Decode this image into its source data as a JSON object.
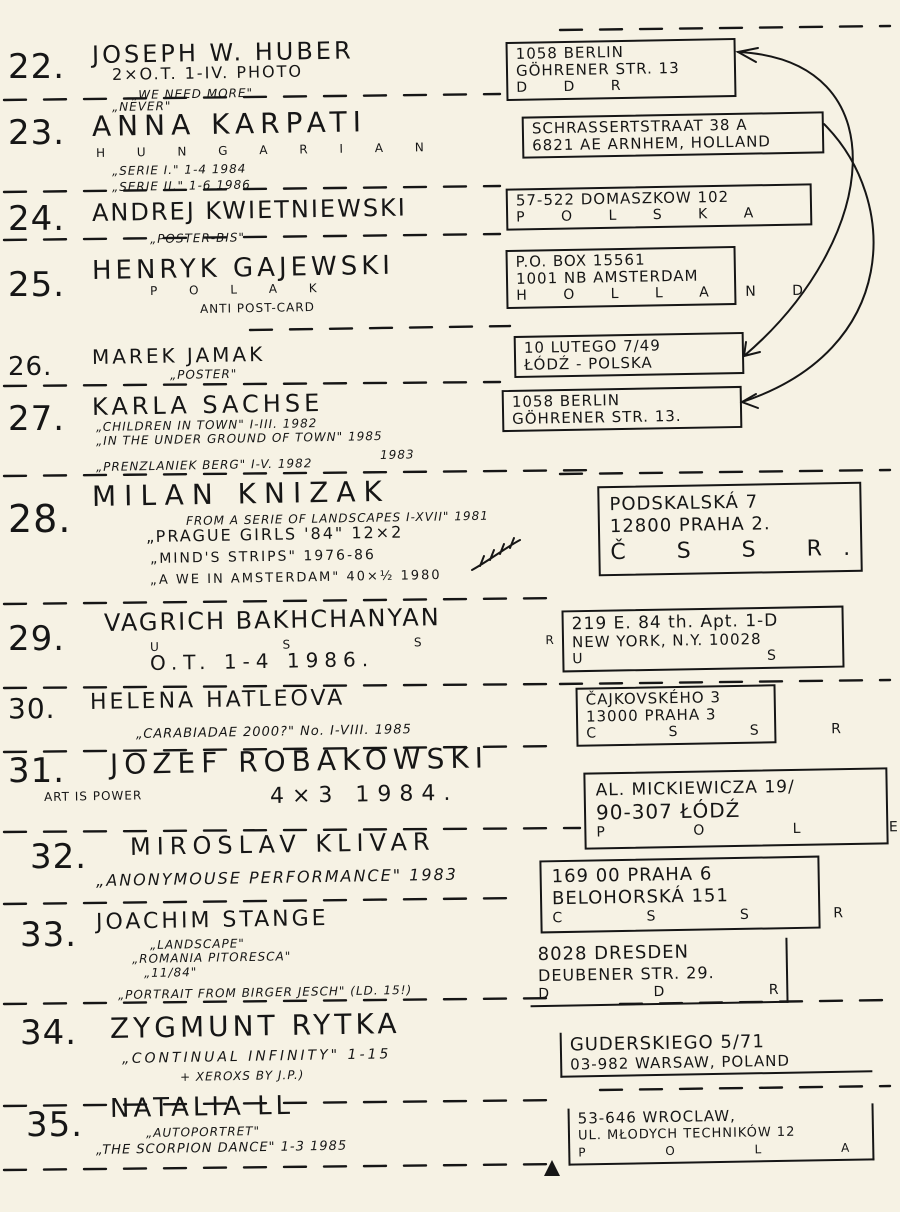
{
  "entries": [
    {
      "num": "22.",
      "name": "JOSEPH W. HUBER",
      "works": [
        "2×O.T. 1-IV. PHOTO",
        "„WE NEED MORE\"",
        "„NEVER\""
      ],
      "address": [
        "1058 BERLIN",
        "GÖHRENER STR. 13",
        "D D R"
      ]
    },
    {
      "num": "23.",
      "name": "ANNA KARPATI",
      "works": [
        "H U N G A R I A N",
        "„SERIE I.\" 1-4 1984",
        "„SERIE II.\" 1-6 1986"
      ],
      "address": [
        "SCHRASSERTSTRAAT 38 A",
        "6821 AE ARNHEM, HOLLAND"
      ]
    },
    {
      "num": "24.",
      "name": "ANDREJ KWIETNIEWSKI",
      "works": [
        "„POSTER-BIS\""
      ],
      "address": [
        "57-522 DOMASZKOW 102",
        "P O L S K A"
      ]
    },
    {
      "num": "25.",
      "name": "HENRYK GAJEWSKI",
      "works": [
        "P O L A K",
        "ANTI POST-CARD"
      ],
      "address": [
        "P.O. BOX 15561",
        "1001 NB AMSTERDAM",
        "H O L L A N D"
      ]
    },
    {
      "num": "26.",
      "name": "MAREK JAMAK",
      "works": [
        "„POSTER\""
      ],
      "address": [
        "10 LUTEGO 7/49",
        "ŁÓDŹ - POLSKA"
      ]
    },
    {
      "num": "27.",
      "name": "KARLA SACHSE",
      "works": [
        "„CHILDREN IN TOWN\" I-III. 1982",
        "„IN THE UNDER GROUND OF TOWN\" 1985",
        "1983",
        "„PRENZLANIEK BERG\" I-V. 1982"
      ],
      "address": [
        "1058 BERLIN",
        "GÖHRENER STR. 13."
      ]
    },
    {
      "num": "28.",
      "name": "MILAN KNIZAK",
      "works": [
        "FROM A SERIE OF LANDSCAPES I-XVII\" 1981",
        "„PRAGUE GIRLS '84\" 12×2",
        "„MIND'S STRIPS\" 1976-86",
        "„A WE IN AMSTERDAM\" 40×½ 1980"
      ],
      "address": [
        "PODSKALSKÁ 7",
        "12800 PRAHA 2.",
        "Č S S R."
      ]
    },
    {
      "num": "29.",
      "name": "VAGRICH BAKHCHANYAN",
      "works": [
        "U S S R",
        "O.T. 1-4 1986."
      ],
      "address": [
        "219 E. 84 th. Apt. 1-D",
        "NEW YORK, N.Y. 10028",
        "U S A"
      ]
    },
    {
      "num": "30.",
      "name": "HELENA HATLEOVA",
      "works": [
        "„CARABIADAE 2000?\" No. I-VIII. 1985"
      ],
      "address": [
        "ČAJKOVSKÉHO 3",
        "13000 PRAHA 3",
        "C S S R"
      ]
    },
    {
      "num": "31.",
      "name": "JOZEF ROBAKOWSKI",
      "works": [
        "ART IS POWER",
        "4×3 1984."
      ],
      "address": [
        "AL. MICKIEWICZA 19/",
        "90-307 ŁÓDŹ",
        "P O L E N"
      ]
    },
    {
      "num": "32.",
      "name": "MIROSLAV KLIVAR",
      "works": [
        "„ANONYMOUSE PERFORMANCE\" 1983"
      ],
      "address": [
        "169 00 PRAHA 6",
        "BELOHORSKÁ 151",
        "C S S R"
      ]
    },
    {
      "num": "33.",
      "name": "JOACHIM STANGE",
      "works": [
        "„LANDSCAPE\"",
        "„ROMANIA PITORESCA\"",
        "„11/84\"",
        "„PORTRAIT FROM BIRGER JESCH\" (LD. 15!)"
      ],
      "address": [
        "8028 DRESDEN",
        "DEUBENER STR. 29.",
        "D D R"
      ]
    },
    {
      "num": "34.",
      "name": "ZYGMUNT RYTKA",
      "works": [
        "„CONTINUAL INFINITY\" 1-15",
        "+ XEROXS BY J.P.)"
      ],
      "address": [
        "GUDERSKIEGO 5/71",
        "03-982 WARSAW, POLAND"
      ]
    },
    {
      "num": "35.",
      "name": "NATALIA LL",
      "works": [
        "„AUTOPORTRET\"",
        "„THE SCORPION DANCE\" 1-3 1985"
      ],
      "address": [
        "53-646 WROCLAW,",
        "UL. MŁODYCH TECHNIKÓW 12",
        "P O L A N D"
      ]
    }
  ]
}
